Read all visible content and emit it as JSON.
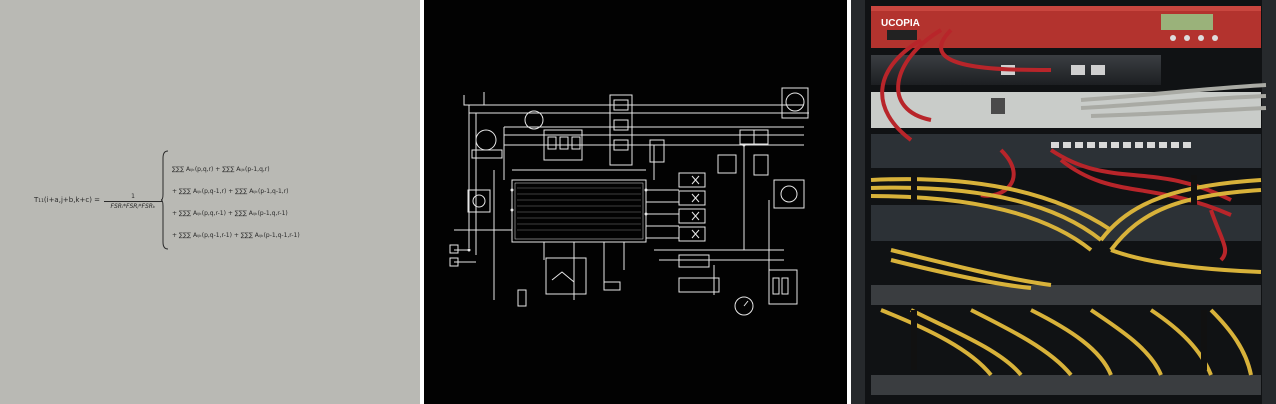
{
  "formula": {
    "lhs": "T₁₁(i+a,j+b,k+c) =",
    "numerator": "1",
    "denominator": "FSRᵢ*FSRⱼ*FSRₖ",
    "terms": [
      "∑∑∑ Aᵢⱼₖ(p,q,r) + ∑∑∑ Aᵢⱼₖ(p-1,q,r)",
      "+ ∑∑∑ Aᵢⱼₖ(p,q-1,r) + ∑∑∑ Aᵢⱼₖ(p-1,q-1,r)",
      "+ ∑∑∑ Aᵢⱼₖ(p,q,r-1) + ∑∑∑ Aᵢⱼₖ(p-1,q,r-1)",
      "+ ∑∑∑ Aᵢⱼₖ(p,q-1,r-1) + ∑∑∑ Aᵢⱼₖ(p-1,q-1,r-1)"
    ]
  },
  "rack": {
    "brand_label": "UCOPIA"
  },
  "colors": {
    "formula_bg": "#b9b9b4",
    "schematic_bg": "#020202",
    "schematic_line": "#e8e8e8",
    "cable_yellow": "#d8b23a",
    "cable_red": "#b8252a",
    "cable_grey": "#a9aaa4",
    "appliance_red": "#b3332e"
  }
}
